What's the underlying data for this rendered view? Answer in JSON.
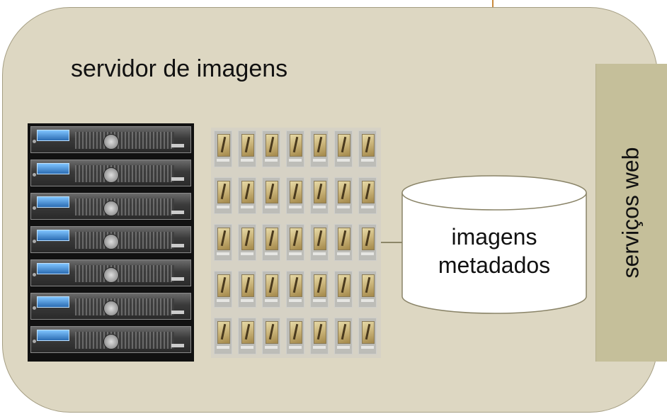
{
  "diagram": {
    "title": "servidor de imagens",
    "side_label": "serviços web",
    "database": {
      "line1": "imagens",
      "line2": "metadados"
    },
    "colors": {
      "panel": "#ddd7c2",
      "side_tab": "#c5bf9a",
      "connector": "#c98a3c"
    },
    "icons": [
      "server-rack-image",
      "herbarium-thumbnails-image",
      "database-cylinder-icon"
    ]
  }
}
